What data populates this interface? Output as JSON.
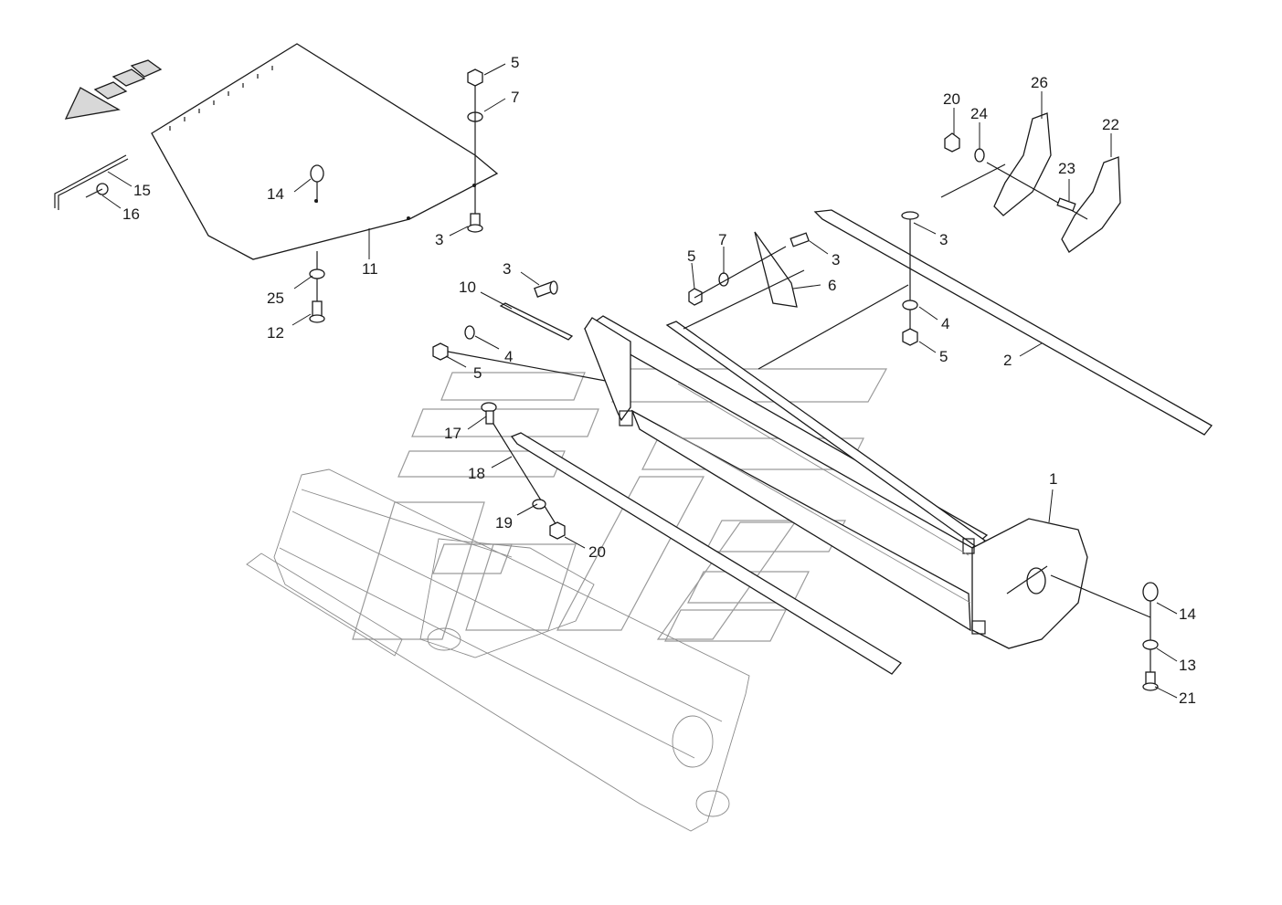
{
  "diagram": {
    "callouts": [
      {
        "id": "c5a",
        "text": "5"
      },
      {
        "id": "c7a",
        "text": "7"
      },
      {
        "id": "c14a",
        "text": "14"
      },
      {
        "id": "c3a",
        "text": "3"
      },
      {
        "id": "c15",
        "text": "15"
      },
      {
        "id": "c16",
        "text": "16"
      },
      {
        "id": "c11",
        "text": "11"
      },
      {
        "id": "c25",
        "text": "25"
      },
      {
        "id": "c12",
        "text": "12"
      },
      {
        "id": "c3b",
        "text": "3"
      },
      {
        "id": "c10",
        "text": "10"
      },
      {
        "id": "c4a",
        "text": "4"
      },
      {
        "id": "c5b",
        "text": "5"
      },
      {
        "id": "c5c",
        "text": "5"
      },
      {
        "id": "c7b",
        "text": "7"
      },
      {
        "id": "c3c",
        "text": "3"
      },
      {
        "id": "c6",
        "text": "6"
      },
      {
        "id": "c3d",
        "text": "3"
      },
      {
        "id": "c4b",
        "text": "4"
      },
      {
        "id": "c5d",
        "text": "5"
      },
      {
        "id": "c2",
        "text": "2"
      },
      {
        "id": "c20a",
        "text": "20"
      },
      {
        "id": "c24",
        "text": "24"
      },
      {
        "id": "c26",
        "text": "26"
      },
      {
        "id": "c23",
        "text": "23"
      },
      {
        "id": "c22",
        "text": "22"
      },
      {
        "id": "c17",
        "text": "17"
      },
      {
        "id": "c18",
        "text": "18"
      },
      {
        "id": "c19",
        "text": "19"
      },
      {
        "id": "c20b",
        "text": "20"
      },
      {
        "id": "c1",
        "text": "1"
      },
      {
        "id": "c14b",
        "text": "14"
      },
      {
        "id": "c13",
        "text": "13"
      },
      {
        "id": "c21",
        "text": "21"
      }
    ]
  }
}
